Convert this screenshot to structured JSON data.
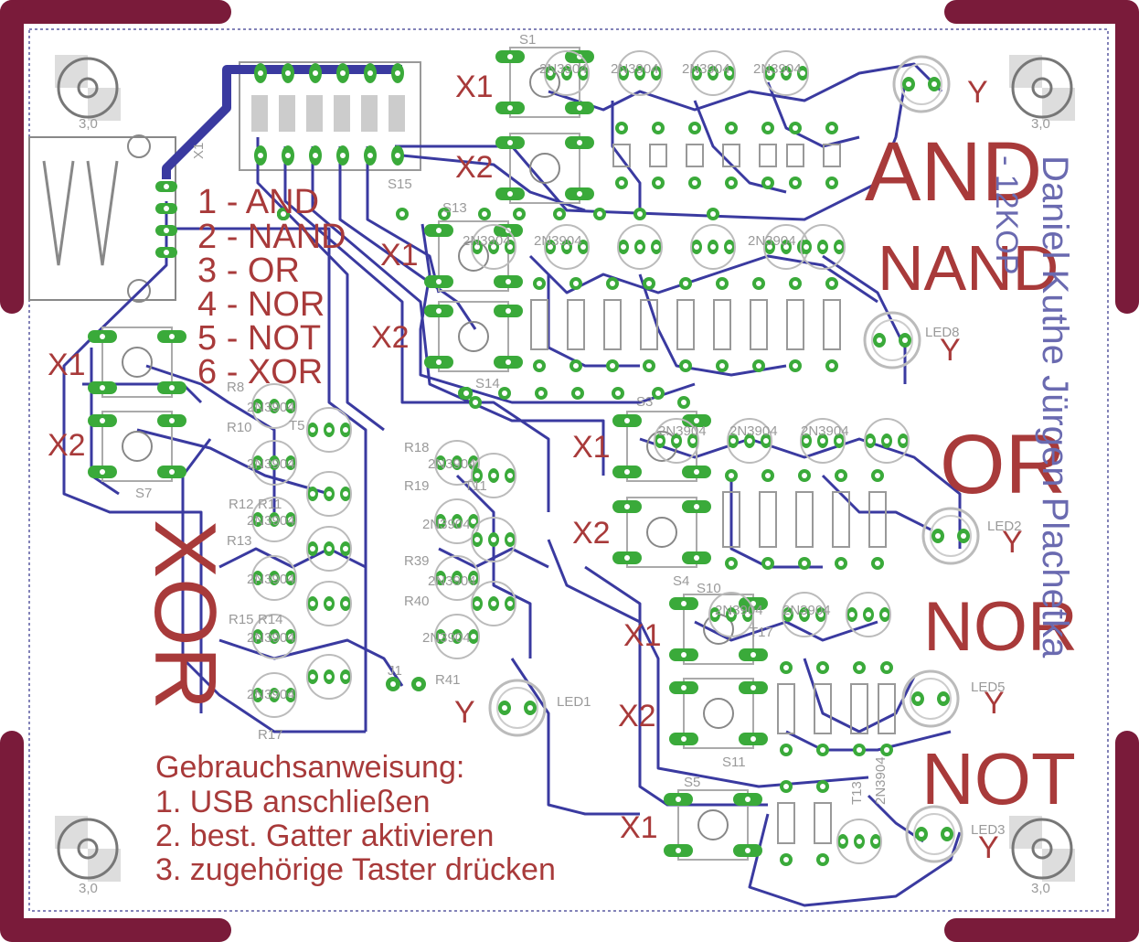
{
  "colors": {
    "copper": "#3a3aa0",
    "pad": "#3aaa3a",
    "text": "#a83a3a",
    "corner": "#7a1b3a",
    "silk": "#9a9a9a",
    "outline": "#5a5aa0"
  },
  "gates": [
    "AND",
    "NAND",
    "OR",
    "NOR",
    "NOT",
    "XOR"
  ],
  "legend": [
    "1 - AND",
    "2 - NAND",
    "3 - OR",
    "4 - NOR",
    "5 - NOT",
    "6 - XOR"
  ],
  "instructions": {
    "title": "Gebrauchsanweisung:",
    "steps": [
      "1. USB anschließen",
      "2. best. Gatter aktivieren",
      "3. zugehörige Taster drücken"
    ]
  },
  "io_labels": {
    "x1": "X1",
    "x2": "X2",
    "y": "Y"
  },
  "vertical_text": [
    "Daniel Kuthe Jürgen Plachetka",
    "- 12KOP"
  ],
  "silkscreen": {
    "leds": [
      "LED1",
      "LED2",
      "LED3",
      "LED5",
      "LED8"
    ],
    "switches": [
      "S1",
      "S3",
      "S4",
      "S5",
      "S7",
      "S10",
      "S11",
      "S13",
      "S14",
      "S15"
    ],
    "transistor": "2N3904",
    "resistors": [
      "R8",
      "R10",
      "R11",
      "R12",
      "R13",
      "R14",
      "R15",
      "R17",
      "R18",
      "R19",
      "R39",
      "R40",
      "R41"
    ],
    "transistor_refs": [
      "T5",
      "T11",
      "T13",
      "T17"
    ],
    "connectors": [
      "J1",
      "X1"
    ],
    "hole_size": "3,0"
  }
}
